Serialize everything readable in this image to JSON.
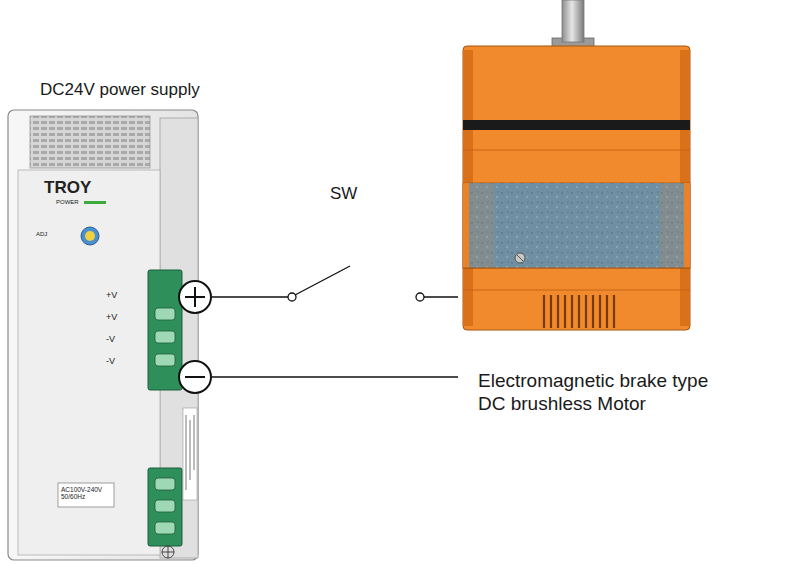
{
  "diagram": {
    "nodes": [
      {
        "text": [
          "DC24V power supply"
        ]
      },
      {
        "text": [
          "Electromagnetic brake type DC brushless Motor"
        ]
      }
    ],
    "edges": [
      {
        "from": 0,
        "to": 1,
        "arrow": "none",
        "label": "SW"
      },
      {
        "from": 0,
        "to": 1,
        "arrow": "none"
      }
    ],
    "labels": [
      "TROY",
      "POWER",
      "ADJ",
      "+V",
      "+V",
      "-V",
      "-V",
      "AC100V-240V 50/60Hz"
    ]
  }
}
